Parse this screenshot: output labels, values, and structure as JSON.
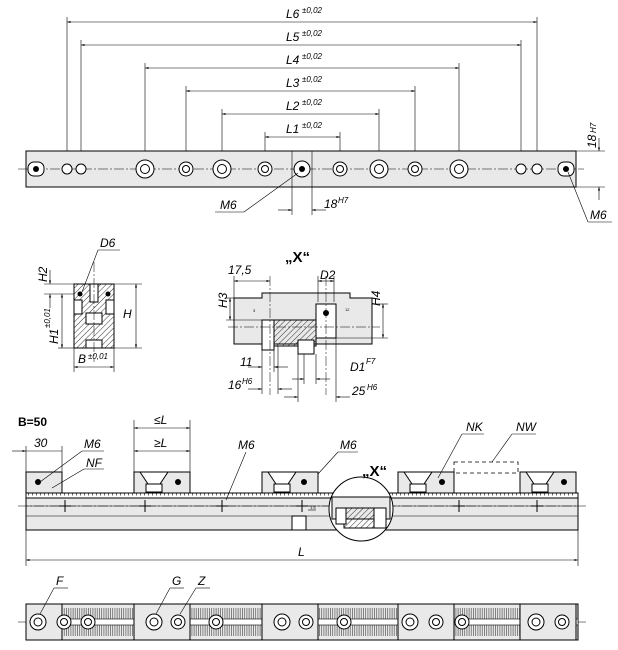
{
  "top_view": {
    "L6": "L6",
    "L5": "L5",
    "L4": "L4",
    "L3": "L3",
    "L2": "L2",
    "L1": "L1",
    "tol": "±0,02",
    "height": "18",
    "height_tol": "H7",
    "thread_left": "M6",
    "thread_right": "M6",
    "slot": "18",
    "slot_tol": "H7"
  },
  "section": {
    "D6": "D6",
    "H2": "H2",
    "H1": "H1",
    "H1_tol": "±0,01",
    "H": "H",
    "B": "B",
    "B_tol": "±0,01"
  },
  "detail": {
    "title": "„X“",
    "d175": "17,5",
    "D2": "D2",
    "H3": "H3",
    "H4": "H4",
    "d11": "11",
    "D1": "D1",
    "D1_tol": "F7",
    "d16": "16",
    "d16_tol": "H6",
    "d25": "25",
    "d25_tol": "H6"
  },
  "side_view": {
    "b50": "B=50",
    "d30": "30",
    "M6a": "M6",
    "NF": "NF",
    "leL": "≤L",
    "geL": "≥L",
    "M6b": "M6",
    "M6c": "M6",
    "NK": "NK",
    "NW": "NW",
    "xref": "„X“",
    "L": "L"
  },
  "bottom_view": {
    "F": "F",
    "G": "G",
    "Z": "Z"
  }
}
